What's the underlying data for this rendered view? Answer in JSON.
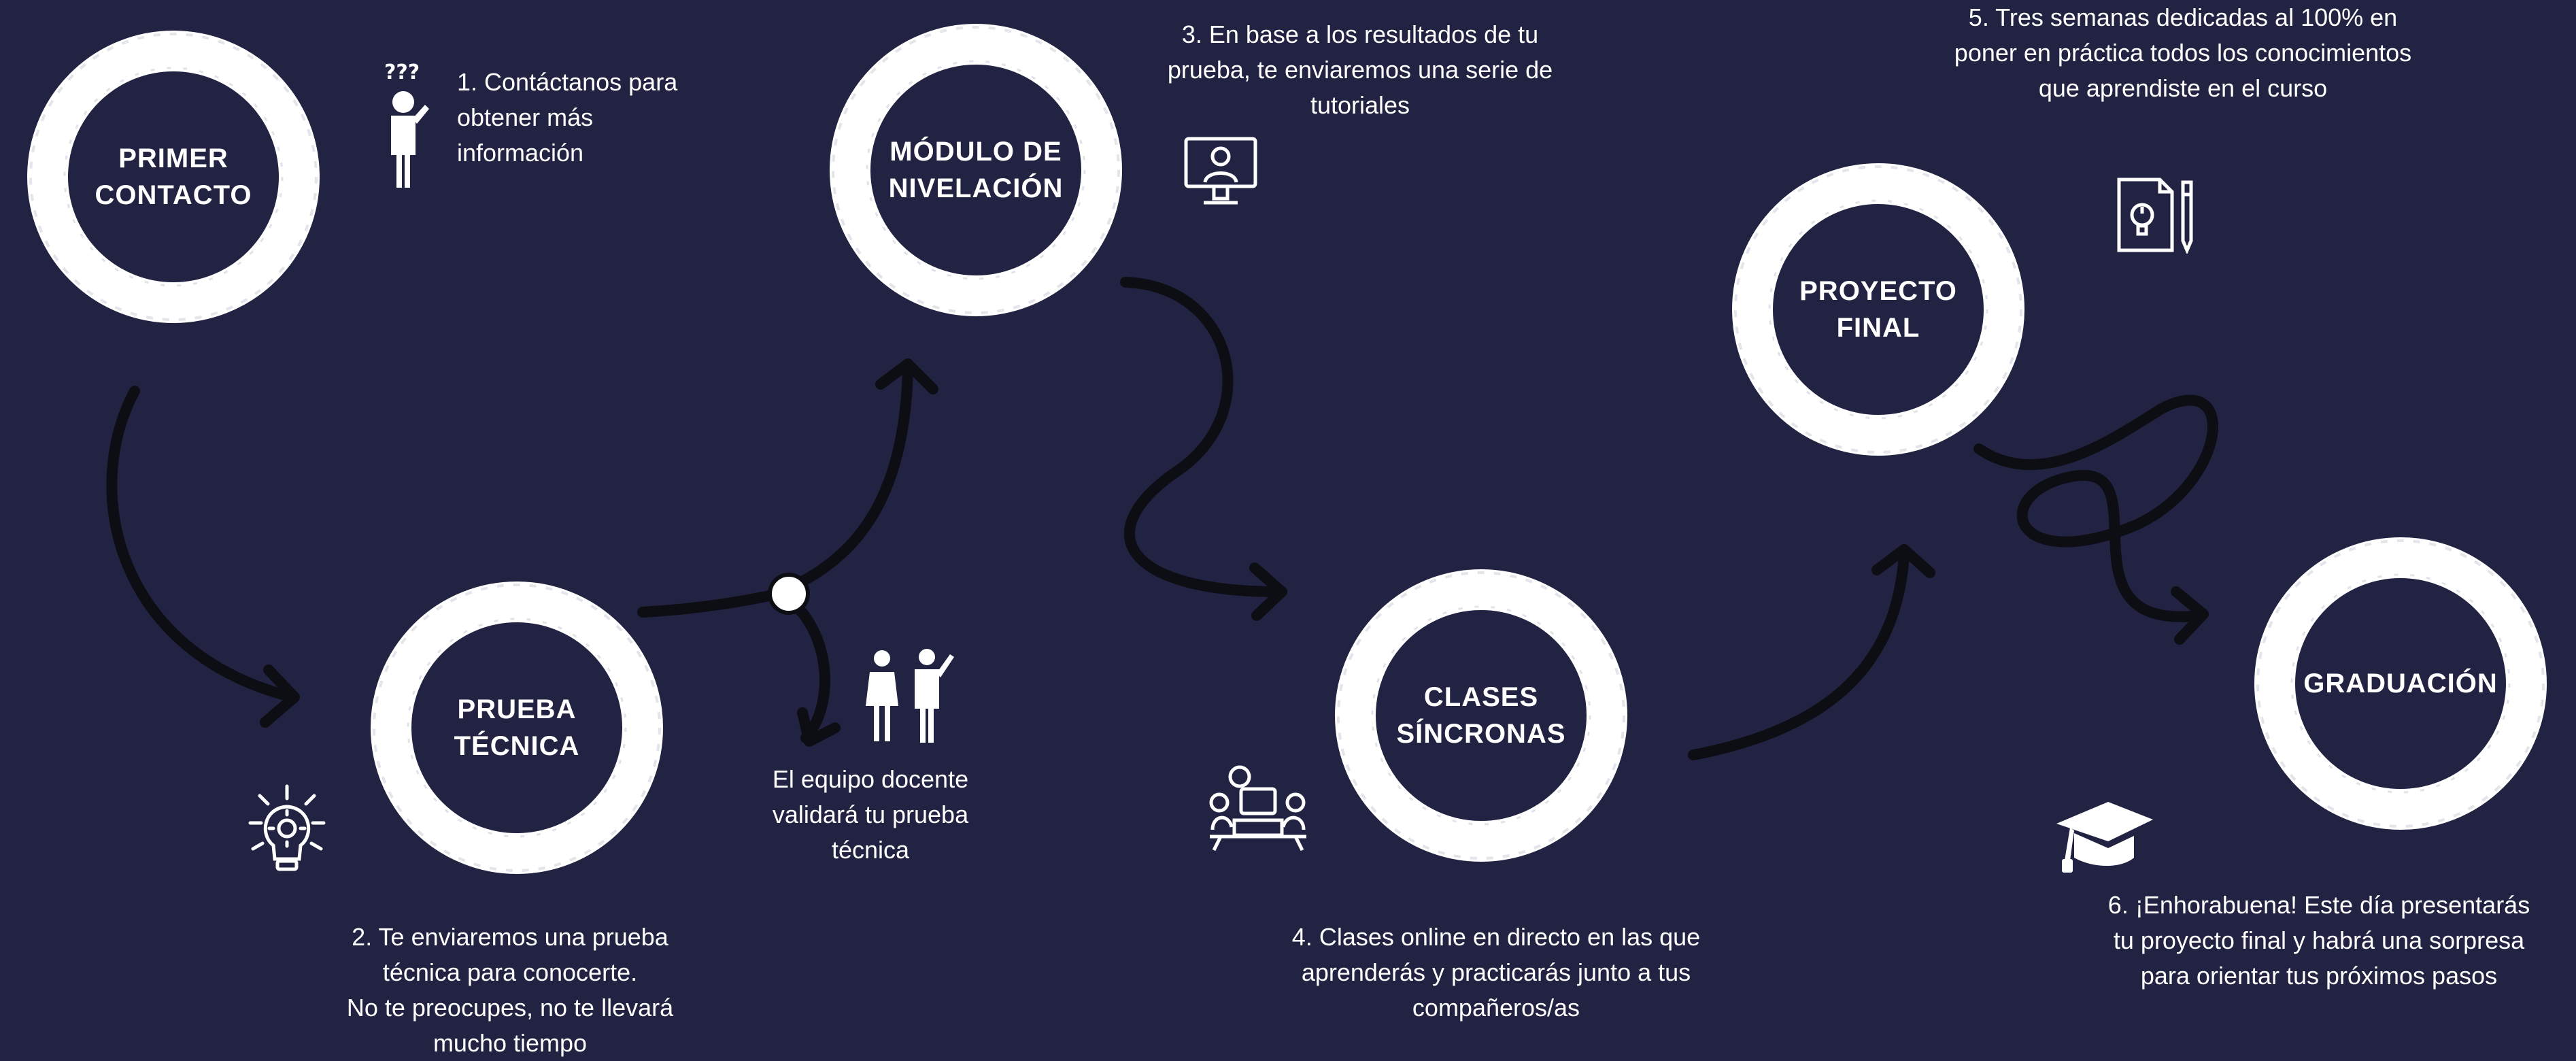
{
  "stages": [
    {
      "label": "PRIMER\nCONTACTO"
    },
    {
      "label": "PRUEBA\nTÉCNICA"
    },
    {
      "label": "MÓDULO DE\nNIVELACIÓN"
    },
    {
      "label": "CLASES\nSÍNCRONAS"
    },
    {
      "label": "PROYECTO\nFINAL"
    },
    {
      "label": "GRADUACIÓN"
    }
  ],
  "steps": [
    {
      "text": "1. Contáctanos para\nobtener más\ninformación",
      "icon": "confused-person-icon"
    },
    {
      "text": "2. Te enviaremos una prueba\ntécnica para conocerte.\nNo te preocupes, no te llevará\nmucho tiempo",
      "icon": "lightbulb-gear-icon"
    },
    {
      "text": "El equipo docente\nvalidará tu prueba\ntécnica",
      "icon": "teachers-icon"
    },
    {
      "text": "3. En base a los resultados de tu\nprueba, te enviaremos una serie de\ntutoriales",
      "icon": "monitor-person-icon"
    },
    {
      "text": "4. Clases online en directo en las que\naprenderás y practicarás junto a tus\ncompañeros/as",
      "icon": "classroom-icon"
    },
    {
      "text": "5. Tres semanas dedicadas al 100% en\nponer en práctica todos los conocimientos\nque aprendiste en el curso",
      "icon": "document-pencil-icon"
    },
    {
      "text": "6. ¡Enhorabuena! Este día presentarás\ntu proyecto final y habrá una sorpresa\npara orientar tus próximos pasos",
      "icon": "graduation-cap-icon"
    }
  ],
  "colors": {
    "background": "#222342",
    "ring": "#ffffff",
    "arrow": "#0d0d14"
  }
}
